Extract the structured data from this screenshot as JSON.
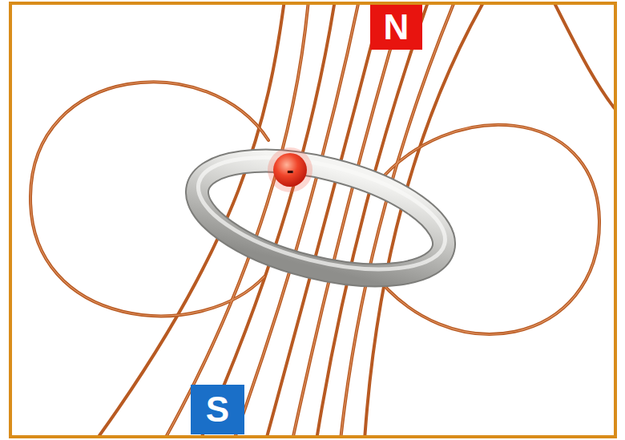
{
  "diagram": {
    "nodes": [
      {
        "text": [
          "N"
        ]
      },
      {
        "text": [
          "-"
        ]
      },
      {
        "text": [
          "S"
        ]
      }
    ]
  }
}
